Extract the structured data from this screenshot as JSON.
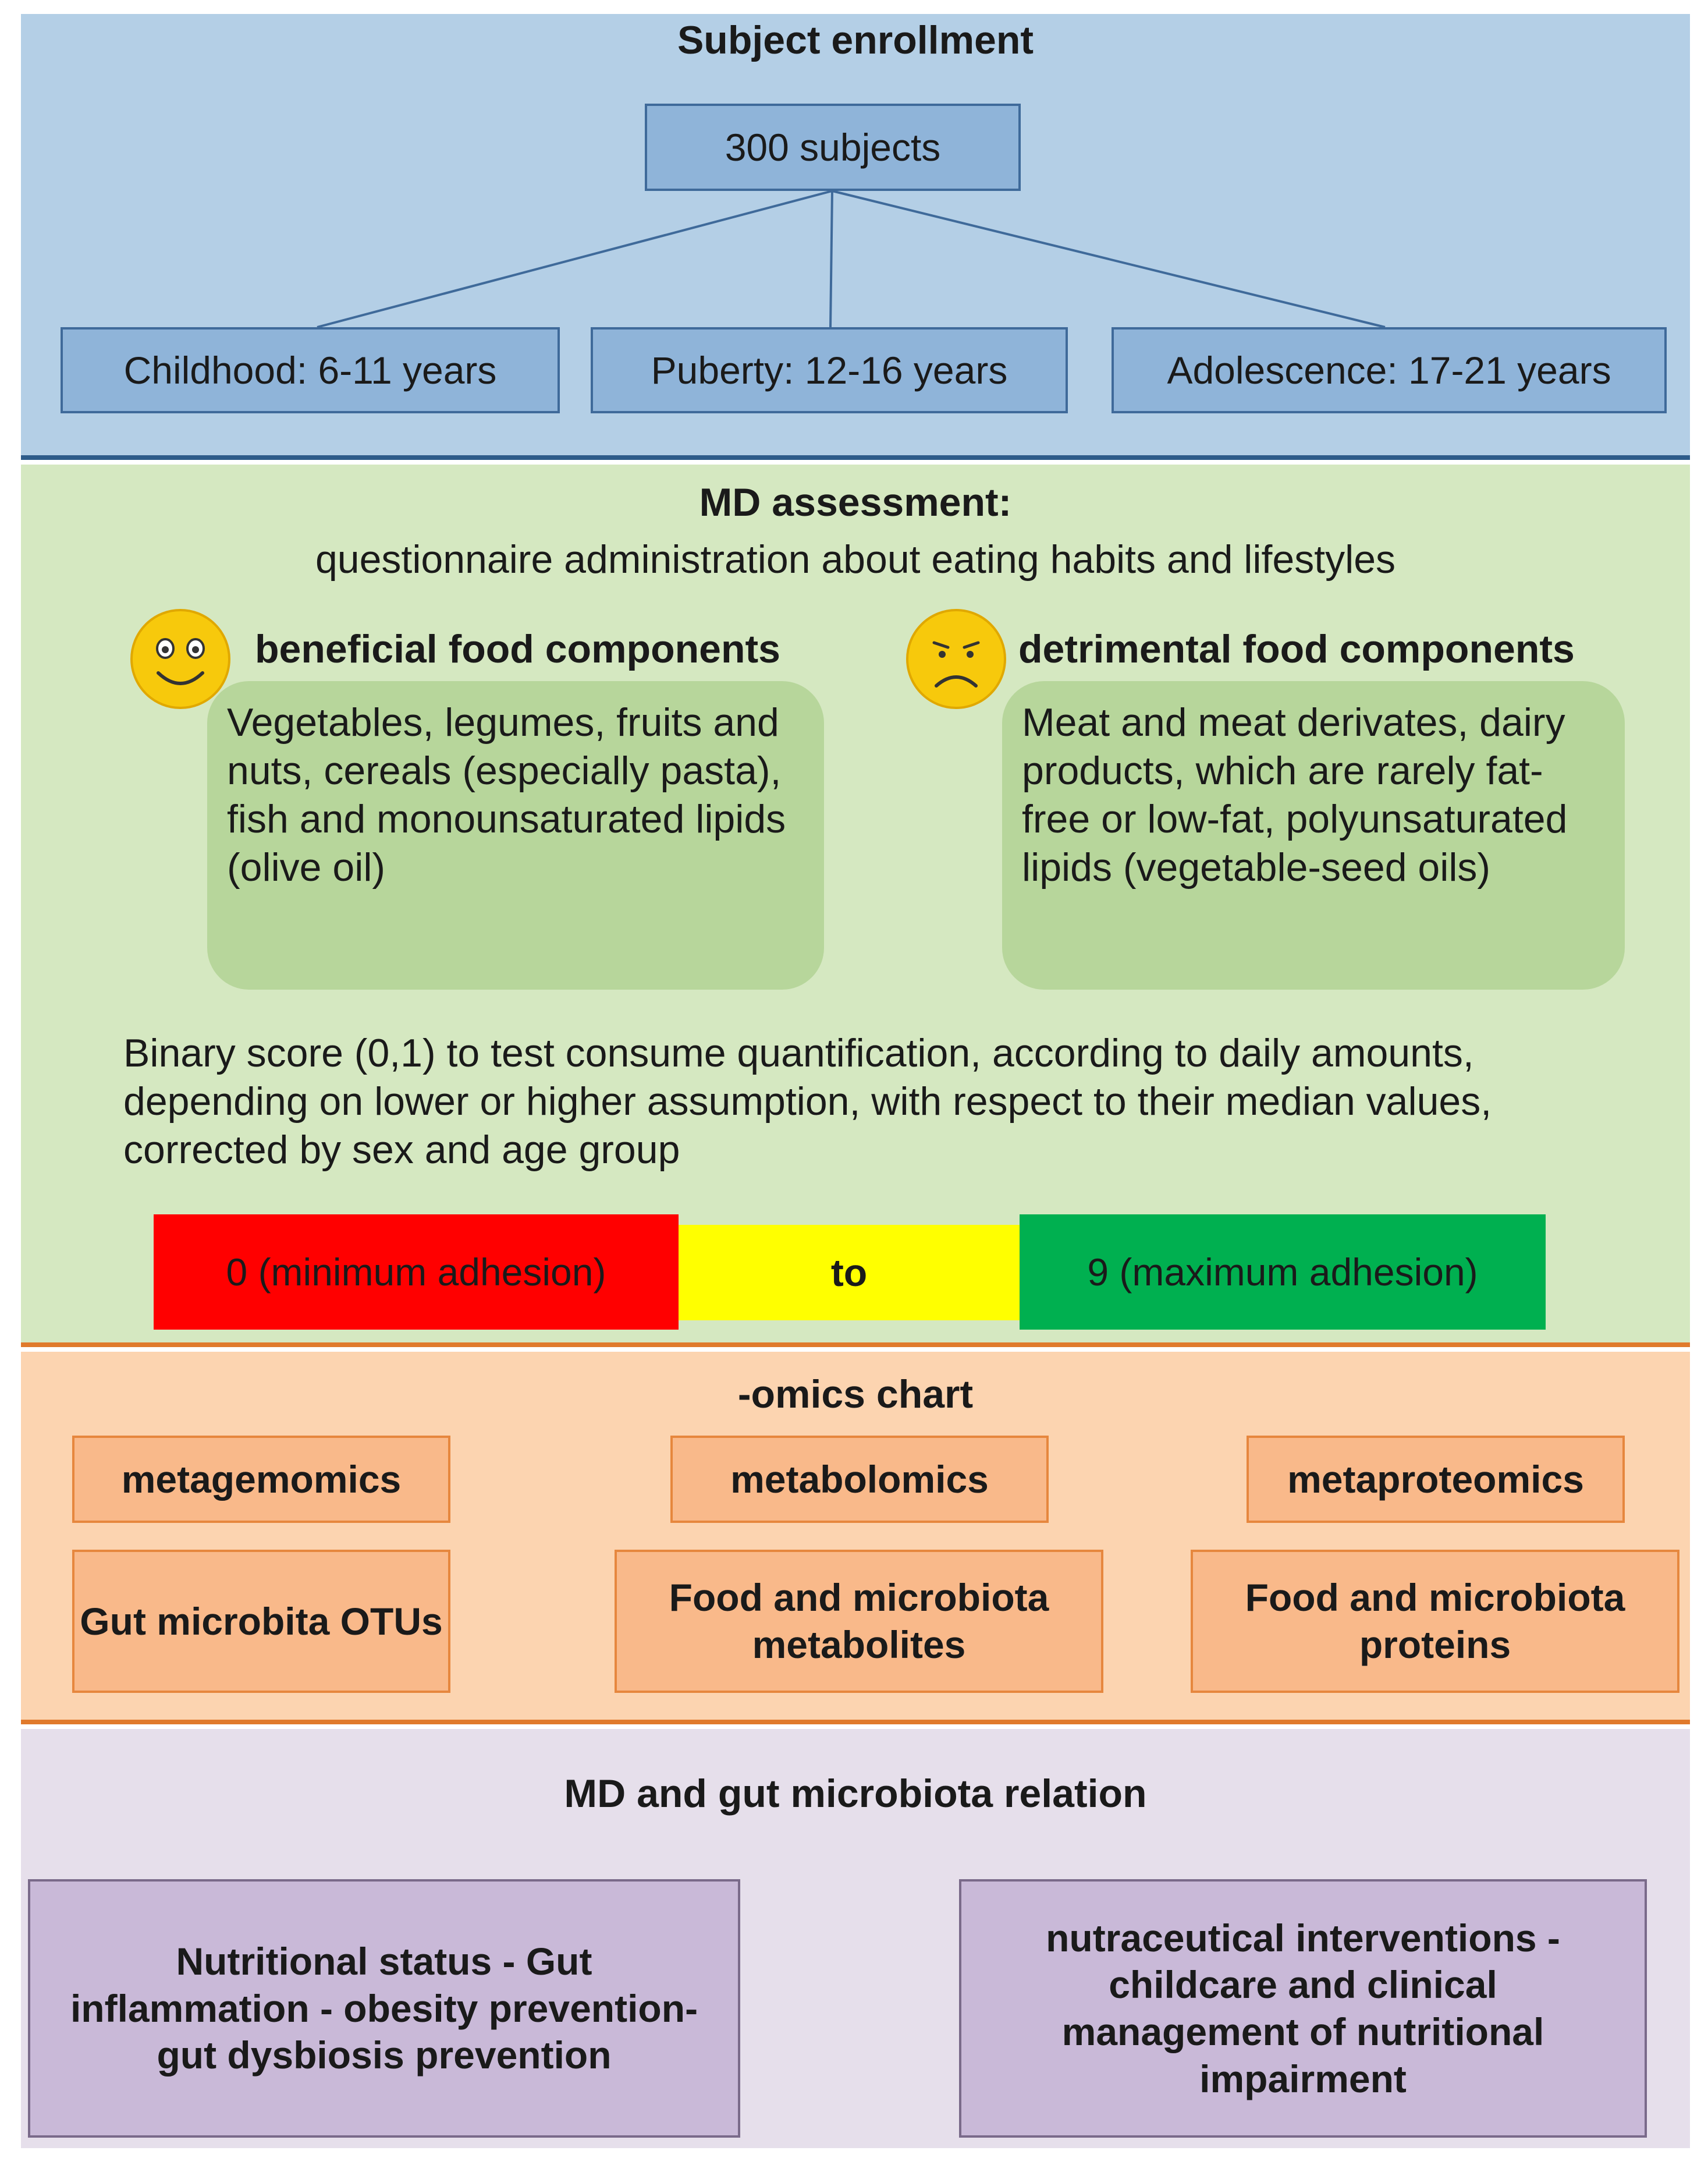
{
  "enrollment": {
    "title": "Subject enrollment",
    "root": "300 subjects",
    "groups": [
      "Childhood: 6-11 years",
      "Puberty: 12-16 years",
      "Adolescence: 17-21 years"
    ]
  },
  "md": {
    "title": "MD assessment:",
    "subtitle": "questionnaire administration about eating habits and lifestyles",
    "beneficial": {
      "label": "beneficial food components",
      "text": "Vegetables, legumes, fruits and nuts, cereals (especially pasta), fish and monounsaturated lipids (olive oil)",
      "icon": "smiley-face-icon"
    },
    "detrimental": {
      "label": "detrimental food components",
      "text": "Meat and meat derivates, dairy products, which are rarely fat-free or low-fat, polyunsaturated lipids (vegetable-seed oils)",
      "icon": "sad-face-icon"
    },
    "score_text": "Binary score (0,1) to test consume quantification, according to daily amounts, depending on lower or higher assumption, with respect to their median values, corrected by sex and age group",
    "scale": {
      "min": "0 (minimum adhesion)",
      "mid": "to",
      "max": "9 (maximum adhesion)",
      "colors": {
        "min": "#ff0000",
        "mid": "#ffff00",
        "max": "#00b050"
      }
    }
  },
  "omics": {
    "title": "-omics chart",
    "columns": [
      {
        "head": "metagemomics",
        "body": "Gut microbita OTUs"
      },
      {
        "head": "metabolomics",
        "body": "Food and microbiota metabolites"
      },
      {
        "head": "metaproteomics",
        "body": "Food and microbiota proteins"
      }
    ]
  },
  "relation": {
    "title": "MD and gut microbiota relation",
    "left": "Nutritional status - Gut inflammation - obesity prevention-gut dysbiosis prevention",
    "right": "nutraceutical interventions - childcare and clinical management of nutritional impairment"
  }
}
